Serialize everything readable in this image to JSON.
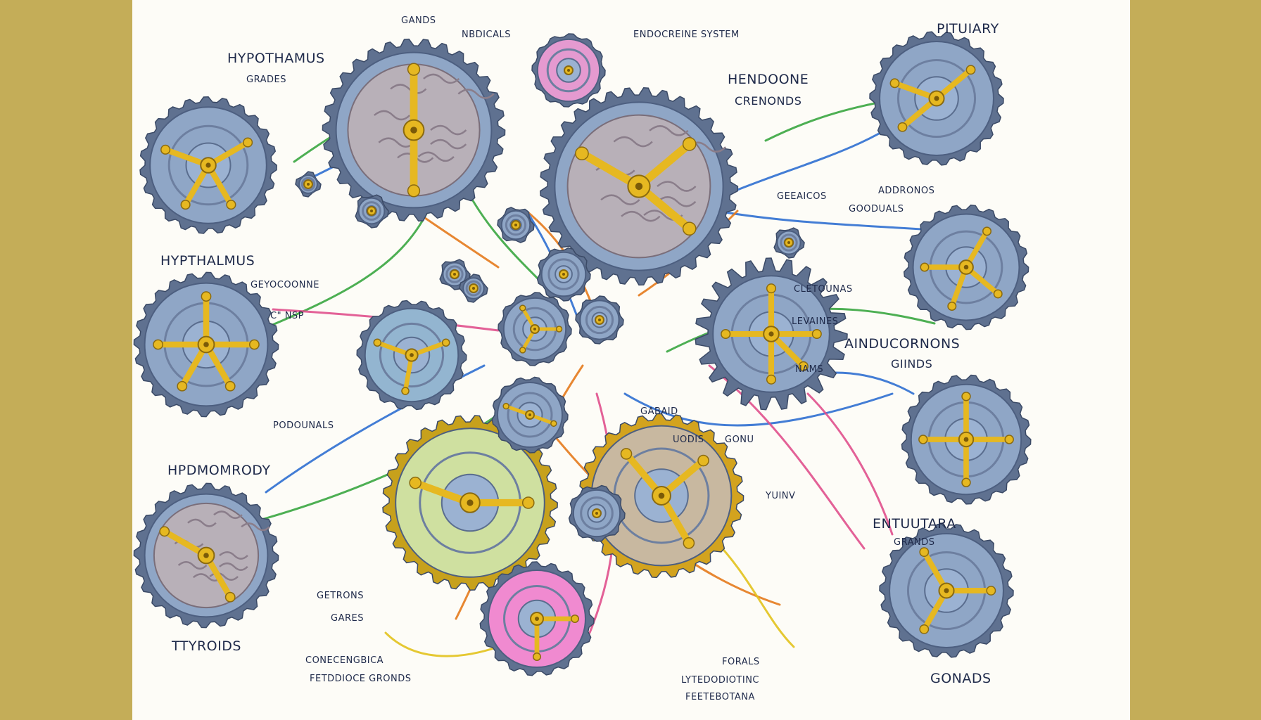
{
  "labels": {
    "gands_top": "GANDS",
    "nbdicals": "NBDICALS",
    "endocrine_system": "ENDOCREINE SYSTEM",
    "pituitary": "PITUIARY",
    "hypothamus": "HYPOTHAMUS",
    "grades": "GRADES",
    "hendoone": "HENDOONE",
    "crenonds": "CRENONDS",
    "hypthalmus": "HYPTHALMUS",
    "geyocoonne": "GEYOCOONNE",
    "cnsp": "C\" NSP",
    "geeaicos": "GEEAICOS",
    "addronos": "ADDRONOS",
    "gooduals": "GOODUALS",
    "cletounas": "CLETOUNAS",
    "levaines": "LEVAINES",
    "aindocornons": "AINDUCORNONS",
    "glinds": "GIINDS",
    "nams": "NAMS",
    "podounals": "PODOUNALS",
    "gabaid": "GABAID",
    "uodis": "UODIS",
    "gonu": "GONU",
    "hpdmomrody": "HPDMOMRODY",
    "yuinv": "YUINV",
    "entuutara": "ENTUUTARA",
    "grands": "GRANDS",
    "getrons": "GETRONS",
    "gares": "GARES",
    "ttyroids": "TTYROIDS",
    "conengenicia": "CONECENGBICA",
    "fetddioce": "FETDDIOCE GRONDS",
    "forals": "FORALS",
    "lytedodiotinc": "LYTEDODIOTINC",
    "feetebotana": "FEETEBOTANA",
    "gonads": "GONADS"
  },
  "colors": {
    "background": "#fdfcf7",
    "frame": "#c4ad58",
    "gear_steel": "#8fa6c6",
    "gear_dark": "#5f7190",
    "gold": "#e6b821",
    "brain": "#b8b0b8",
    "wire_blue": "#2f6fd0",
    "wire_green": "#3aa640",
    "wire_orange": "#e47a1c",
    "wire_pink": "#e0508c",
    "wire_yellow": "#e2c21c"
  },
  "icons": [
    "gear-icon",
    "brain-icon",
    "lever-icon"
  ]
}
